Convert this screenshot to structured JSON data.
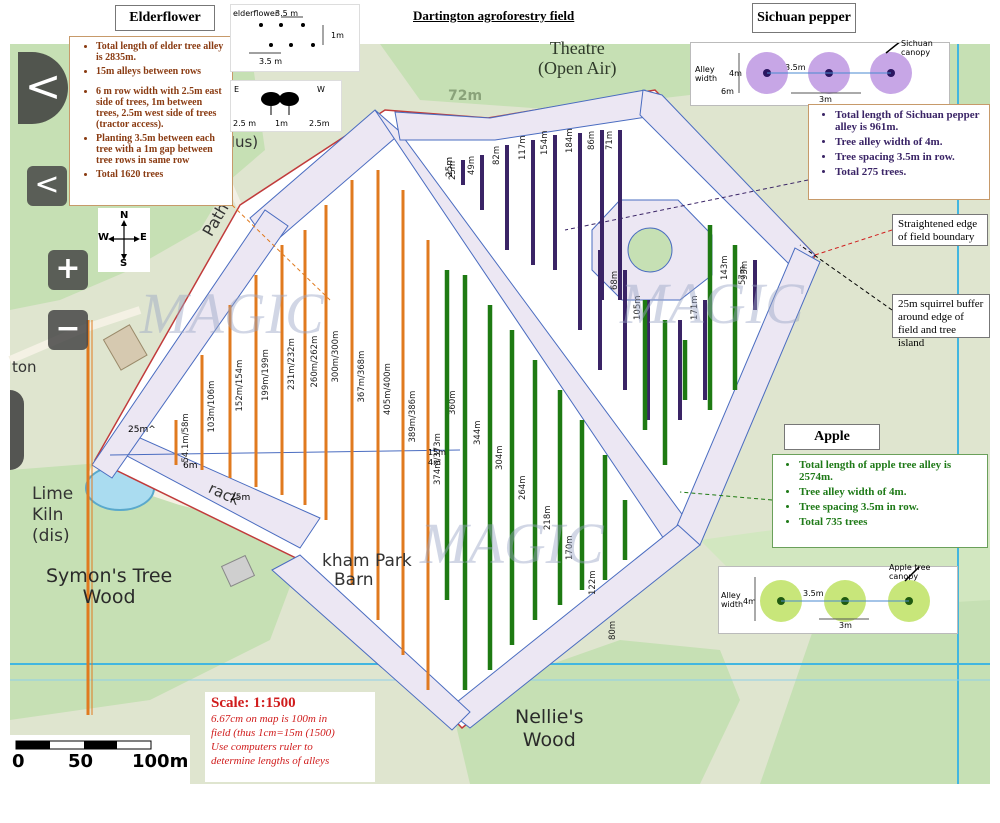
{
  "title": "Dartington agroforestry field",
  "compass": {
    "n": "N",
    "s": "S",
    "e": "E",
    "w": "W"
  },
  "map_labels": {
    "theatre": [
      "Theatre",
      "(Open Air)"
    ],
    "height": "72m",
    "mus": "Mus)",
    "path": "Path",
    "lime_kiln": [
      "Lime",
      "Kiln",
      "(dis)"
    ],
    "symons": [
      "Symon's Tree",
      "Wood"
    ],
    "nellies": [
      "Nellie's",
      "Wood"
    ],
    "park_barn": [
      "kham Park",
      "Barn"
    ],
    "track": "rack",
    "ton": "ton",
    "magic": "MAGIC"
  },
  "elderflower": {
    "header": "Elderflower",
    "bullets": [
      "Total length of elder tree alley is 2835m.",
      "15m alleys between rows",
      "6 m row width with 2.5m east side of trees, 1m between trees, 2.5m west side of    trees (tractor access).",
      "Planting 3.5m between each tree with a 1m gap between    tree rows in same row",
      "Total 1620 trees"
    ],
    "diagram1": {
      "title": "elderflower",
      "spacing_top": "3.5 m",
      "spacing_bottom": "3.5 m",
      "gap": "1m"
    },
    "diagram2": {
      "e": "E",
      "w": "W",
      "left": "2.5 m",
      "mid": "1m",
      "right": "2.5m"
    },
    "row_lengths": [
      "54.1m/58m",
      "103m/106m",
      "152m/154m",
      "199m/199m",
      "231m/232m",
      "260m/262m",
      "300m/300m",
      "367m/368m",
      "405m/400m",
      "389m/386m",
      "374m/373m"
    ],
    "color": "#e07a1f"
  },
  "sichuan": {
    "header": "Sichuan pepper",
    "bullets": [
      "Total length of Sichuan pepper alley is 961m.",
      "Tree alley width of 4m.",
      "Tree spacing 3.5m in row.",
      "Total 275 trees."
    ],
    "diagram": {
      "canopy_label": "Sichuan canopy",
      "alley_label": "Alley width",
      "width": "4m",
      "six": "6m",
      "spacing": "3.5m",
      "three": "3m"
    },
    "row_lengths": [
      "25m",
      "49m",
      "82m",
      "117m",
      "154m",
      "184m",
      "86m",
      "71m",
      "68m",
      "105m",
      "171m",
      "143m",
      "93m",
      "57m"
    ],
    "color": "#3a2466"
  },
  "apple": {
    "header": "Apple",
    "bullets": [
      "Total length of apple tree alley is 2574m.",
      "Tree alley width of 4m.",
      "Tree spacing 3.5m in row.",
      "Total 735 trees"
    ],
    "diagram": {
      "canopy_label": "Apple tree canopy",
      "alley_label": "Alley width",
      "width": "4m",
      "spacing": "3.5m",
      "three": "3m"
    },
    "row_lengths": [
      "360m",
      "344m",
      "304m",
      "264m",
      "218m",
      "170m",
      "122m",
      "80m"
    ],
    "color": "#1e7a12"
  },
  "notes": {
    "straightened": "Straightened edge of field boundary",
    "squirrel": "25m squirrel buffer around edge of field and tree island"
  },
  "buffer_labels": {
    "b25a": "25m^",
    "b6": "6m",
    "b25b": "25m",
    "b15": "15m",
    "b4": "4m",
    "b25c": "25m"
  },
  "scale": {
    "title": "Scale: 1:1500",
    "lines": [
      "6.67cm on map is 100m in",
      "field (thus 1cm=15m (1500)",
      "Use computers ruler to",
      "determine lengths of alleys"
    ],
    "bar_labels": [
      "0",
      "50",
      "100m"
    ]
  },
  "controls": {
    "zoom_in": "+",
    "zoom_out": "−",
    "back": "<",
    "back2": "<"
  }
}
